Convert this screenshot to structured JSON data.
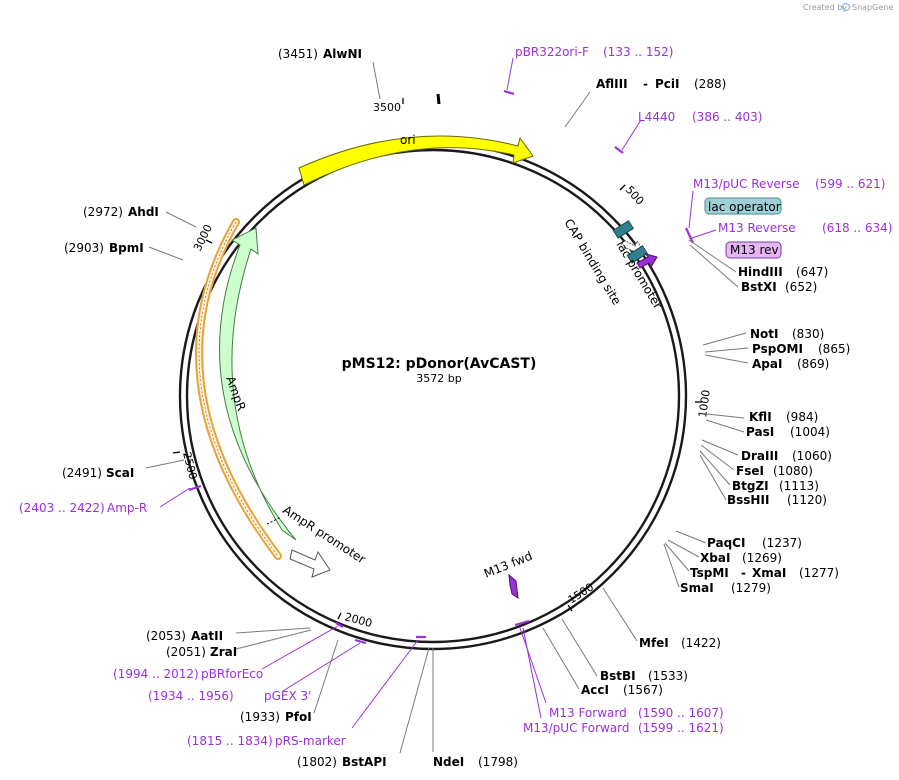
{
  "credit": {
    "prefix": "Created by",
    "brand": "SnapGene"
  },
  "plasmid": {
    "name": "pMS12: pDonor(AvCAST)",
    "length": "3572 bp"
  },
  "ticks": [
    "500",
    "1000",
    "1500",
    "2000",
    "2500",
    "3000",
    "3500"
  ],
  "features": {
    "ori": "ori",
    "ampr": "AmpR",
    "ampr_promoter": "AmpR promoter",
    "lac_promoter": "lac promoter",
    "cap_site": "CAP binding site",
    "lac_operator": "lac operator",
    "m13_rev": "M13 rev",
    "m13_fwd": "M13 fwd"
  },
  "sites": [
    {
      "id": "alwni",
      "name": "AlwNI",
      "pos": "(3451)"
    },
    {
      "id": "afliii",
      "name": "AflIII",
      "name2": "PciI",
      "pos": "(288)"
    },
    {
      "id": "hindiii",
      "name": "HindIII",
      "pos": "(647)"
    },
    {
      "id": "bstxi",
      "name": "BstXI",
      "pos": "(652)"
    },
    {
      "id": "noti",
      "name": "NotI",
      "pos": "(830)"
    },
    {
      "id": "pspomi",
      "name": "PspOMI",
      "pos": "(865)"
    },
    {
      "id": "apai",
      "name": "ApaI",
      "pos": "(869)"
    },
    {
      "id": "kfli",
      "name": "KflI",
      "pos": "(984)"
    },
    {
      "id": "pasi",
      "name": "PasI",
      "pos": "(1004)"
    },
    {
      "id": "draiii",
      "name": "DraIII",
      "pos": "(1060)"
    },
    {
      "id": "fsei",
      "name": "FseI",
      "pos": "(1080)"
    },
    {
      "id": "btgzi",
      "name": "BtgZI",
      "pos": "(1113)"
    },
    {
      "id": "bsshii",
      "name": "BssHII",
      "pos": "(1120)"
    },
    {
      "id": "paqci",
      "name": "PaqCI",
      "pos": "(1237)"
    },
    {
      "id": "xbai",
      "name": "XbaI",
      "pos": "(1269)"
    },
    {
      "id": "tspmi",
      "name": "TspMI",
      "name2": "XmaI",
      "pos": "(1277)"
    },
    {
      "id": "smai",
      "name": "SmaI",
      "pos": "(1279)"
    },
    {
      "id": "mfei",
      "name": "MfeI",
      "pos": "(1422)"
    },
    {
      "id": "bstbi",
      "name": "BstBI",
      "pos": "(1533)"
    },
    {
      "id": "acci",
      "name": "AccI",
      "pos": "(1567)"
    },
    {
      "id": "ndei",
      "name": "NdeI",
      "pos": "(1798)"
    },
    {
      "id": "bstapi",
      "name": "BstAPI",
      "pos": "(1802)"
    },
    {
      "id": "pfoi",
      "name": "PfoI",
      "pos": "(1933)"
    },
    {
      "id": "zrai",
      "name": "ZraI",
      "pos": "(2051)"
    },
    {
      "id": "aatii",
      "name": "AatII",
      "pos": "(2053)"
    },
    {
      "id": "scai",
      "name": "ScaI",
      "pos": "(2491)"
    },
    {
      "id": "bpmi",
      "name": "BpmI",
      "pos": "(2903)"
    },
    {
      "id": "ahdi",
      "name": "AhdI",
      "pos": "(2972)"
    }
  ],
  "primers": [
    {
      "id": "pbr322ori",
      "name": "pBR322ori-F",
      "range": "(133 .. 152)"
    },
    {
      "id": "l4440",
      "name": "L4440",
      "range": "(386 .. 403)"
    },
    {
      "id": "m13puc_rev",
      "name": "M13/pUC Reverse",
      "range": "(599 .. 621)"
    },
    {
      "id": "m13_reverse",
      "name": "M13 Reverse",
      "range": "(618 .. 634)"
    },
    {
      "id": "m13_forward",
      "name": "M13 Forward",
      "range": "(1590 .. 1607)"
    },
    {
      "id": "m13puc_fwd",
      "name": "M13/pUC Forward",
      "range": "(1599 .. 1621)"
    },
    {
      "id": "prs_marker",
      "name": "pRS-marker",
      "range": "(1815 .. 1834)"
    },
    {
      "id": "pgex3",
      "name": "pGEX 3'",
      "range": "(1934 .. 1956)"
    },
    {
      "id": "pbrforeco",
      "name": "pBRforEco",
      "range": "(1994 .. 2012)"
    },
    {
      "id": "ampr_primer",
      "name": "Amp-R",
      "range": "(2403 .. 2422)"
    }
  ],
  "colors": {
    "backbone": "#1a1a1a",
    "ori": "#ffff00",
    "ampr": "#ccffcc",
    "ampr_highlight": "#e8a33c",
    "promoter": "#ffffff",
    "lac_operator": "#9fd0d6",
    "lac_part": "#2f7f8c",
    "primer": "#9b30d9",
    "primer_label_bg": "#e4b7f2"
  }
}
